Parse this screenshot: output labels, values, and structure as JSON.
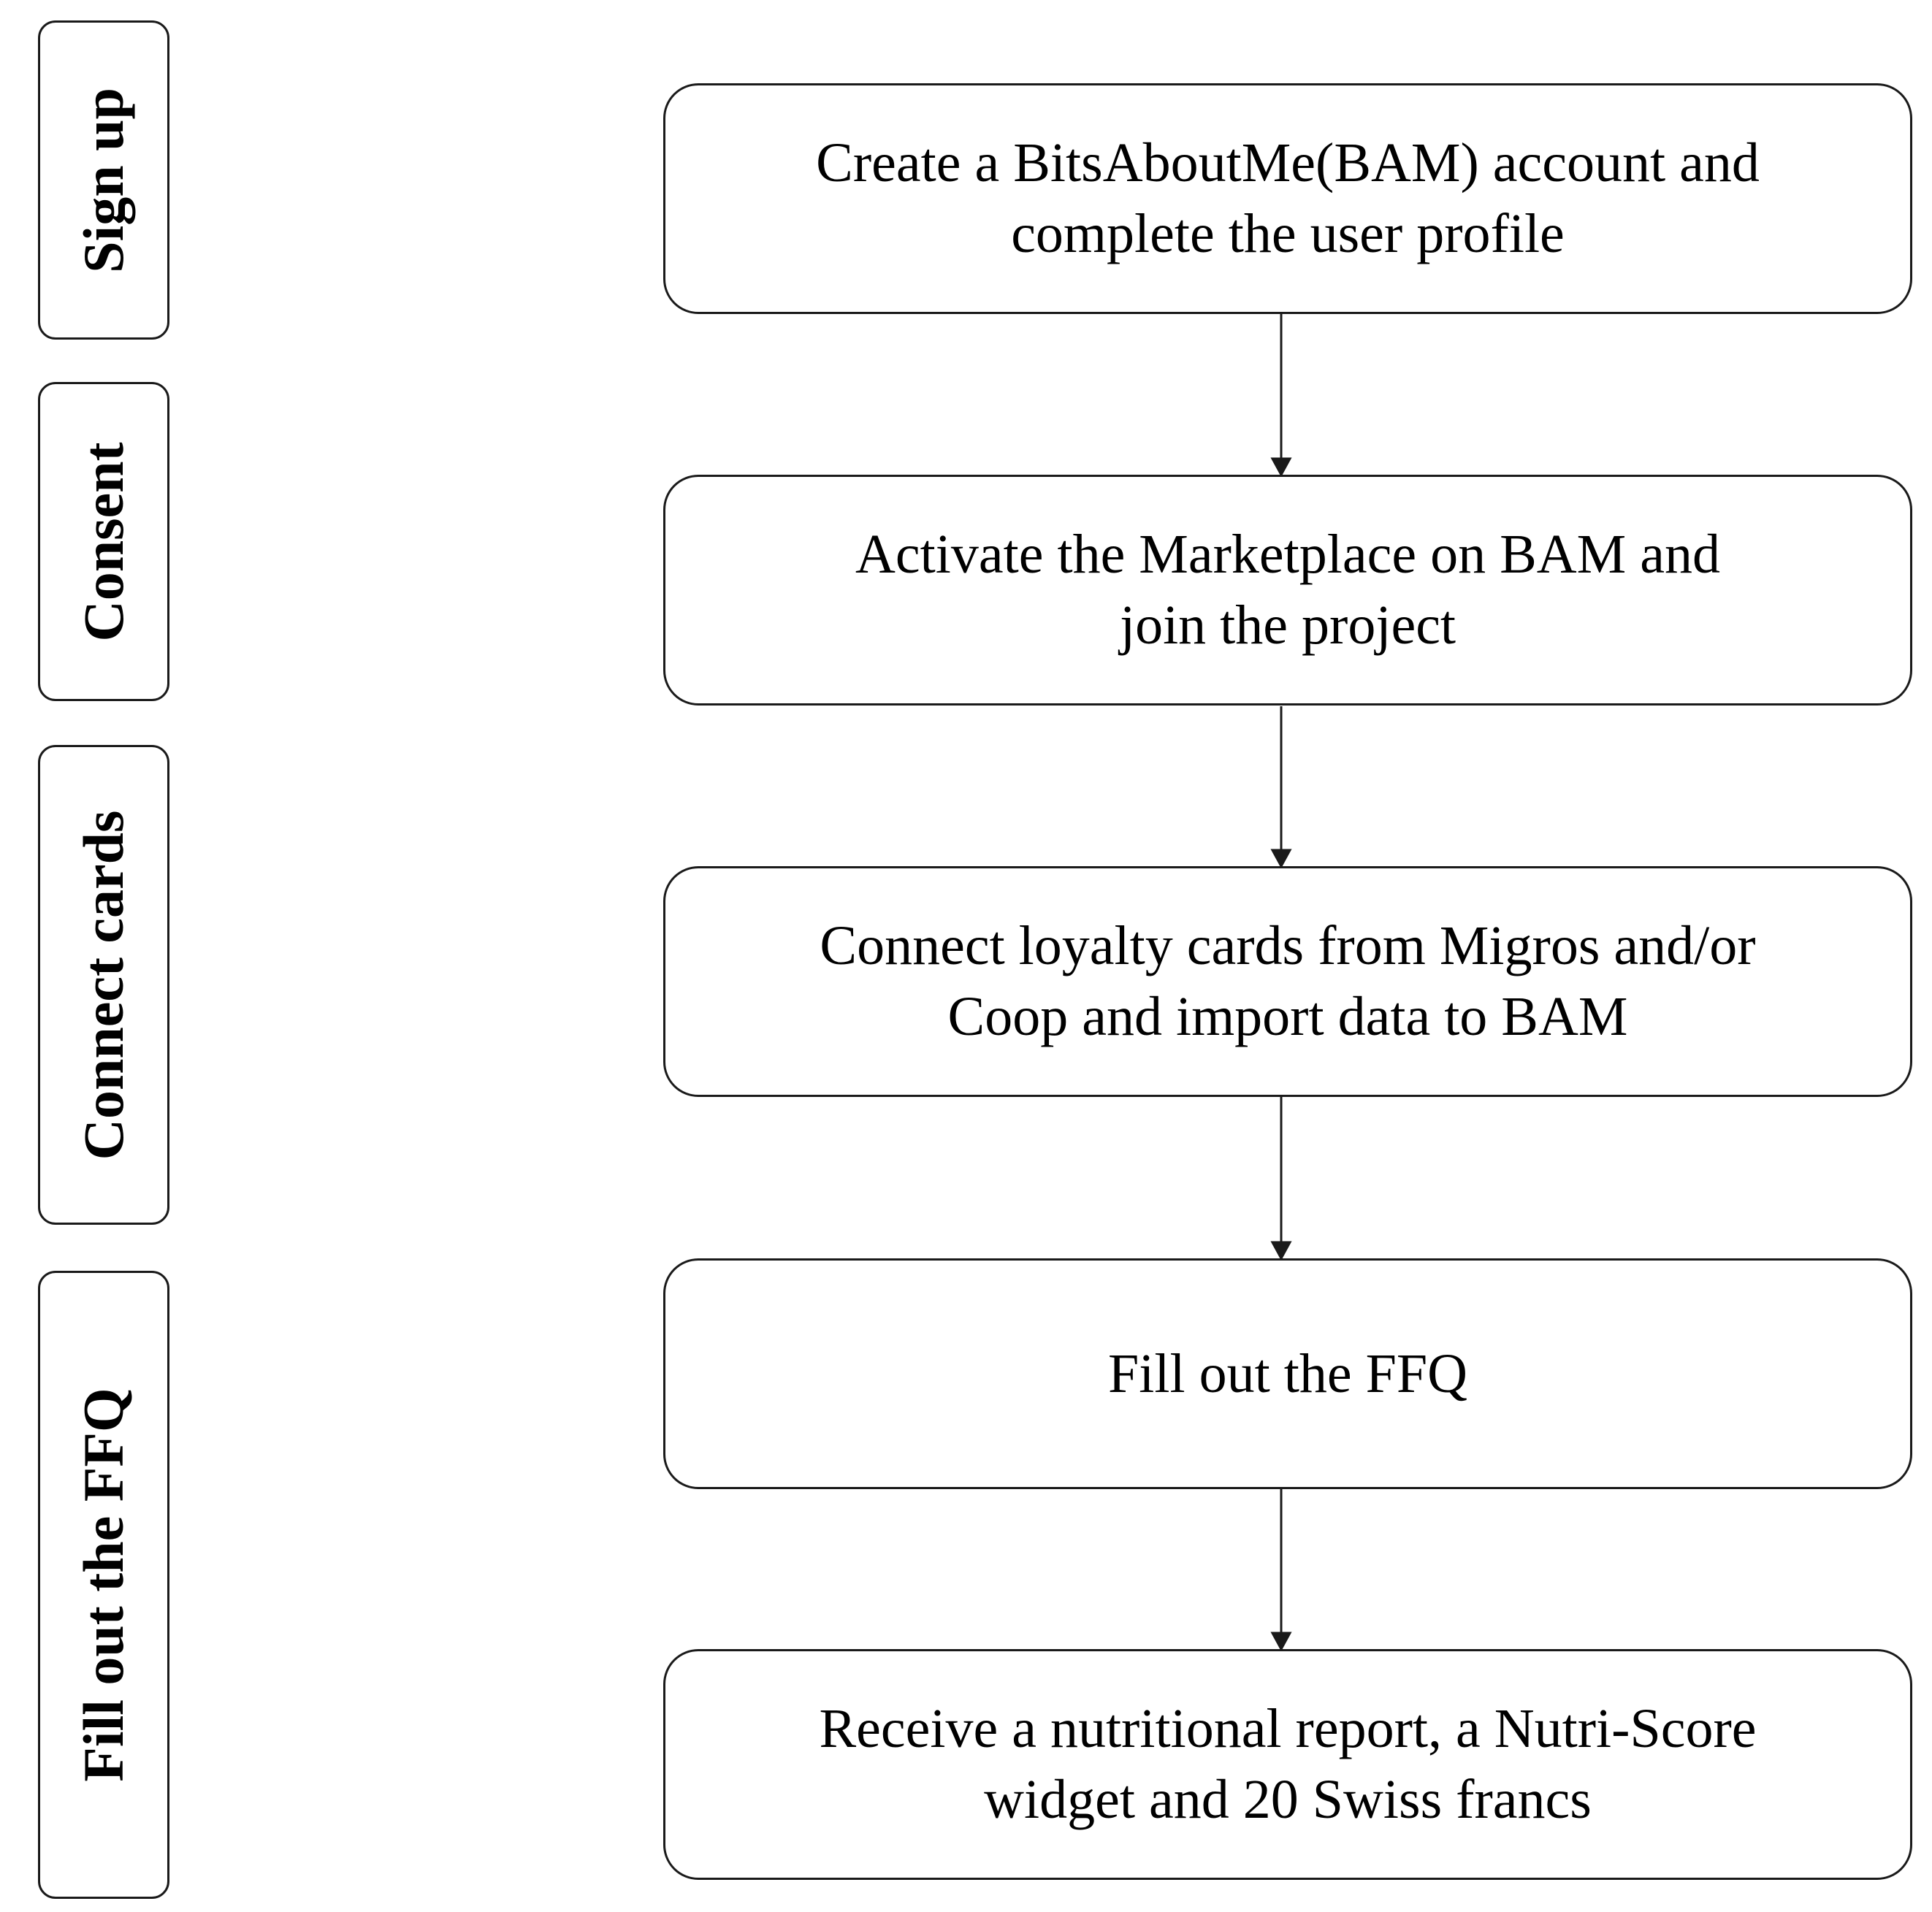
{
  "stages": [
    {
      "label": "Sign up"
    },
    {
      "label": "Consent"
    },
    {
      "label": "Connect cards"
    },
    {
      "label": "Fill out the FFQ"
    }
  ],
  "steps": [
    {
      "text": "Create a BitsAboutMe(BAM) account and complete the user profile"
    },
    {
      "text": "Activate the Marketplace on BAM and join the project"
    },
    {
      "text": "Connect loyalty cards from Migros and/or Coop and import data to BAM"
    },
    {
      "text": "Fill out the FFQ"
    },
    {
      "text": "Receive a nutritional report, a Nutri-Score widget and 20 Swiss francs"
    }
  ]
}
